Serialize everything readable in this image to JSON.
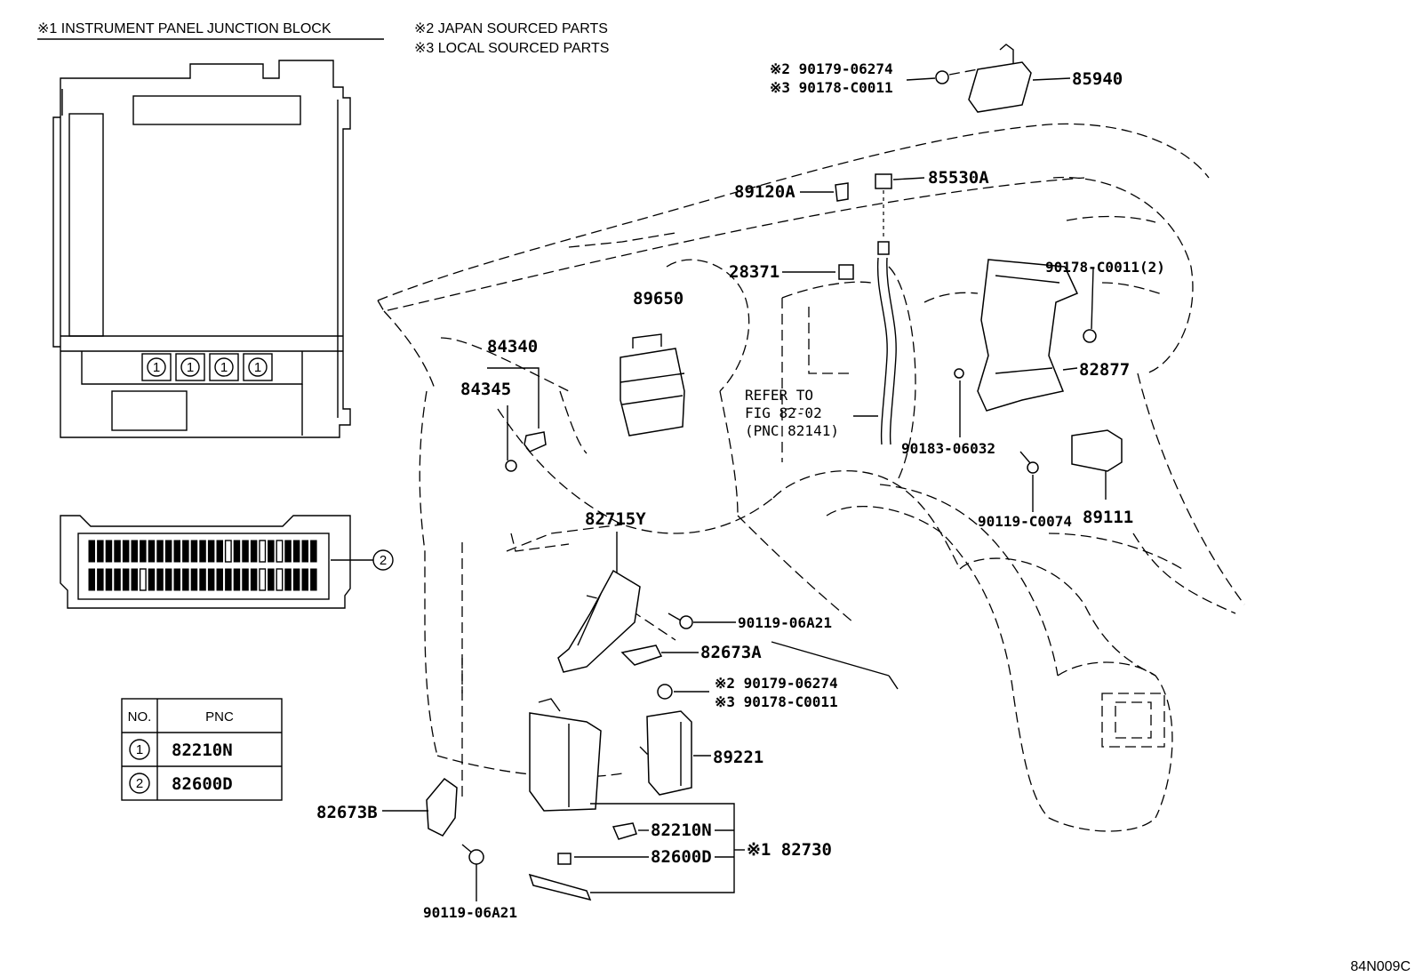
{
  "notes": {
    "n1": "※1 INSTRUMENT PANEL JUNCTION BLOCK",
    "n2": "※2 JAPAN SOURCED PARTS",
    "n3": "※3 LOCAL SOURCED PARTS"
  },
  "table": {
    "headers": {
      "no": "NO.",
      "pnc": "PNC"
    },
    "rows": [
      {
        "no": "1",
        "pnc": "82210N"
      },
      {
        "no": "2",
        "pnc": "82600D"
      }
    ]
  },
  "callouts": {
    "c1": "1",
    "c2": "2"
  },
  "parts": {
    "p85940": "85940",
    "p90179_top": "※2 90179-06274",
    "p90178_top": "※3 90178-C0011",
    "p89120A": "89120A",
    "p85530A": "85530A",
    "p28371": "28371",
    "p89650": "89650",
    "p84340": "84340",
    "p84345": "84345",
    "p90178_2": "90178-C0011(2)",
    "p82877": "82877",
    "p90183": "90183-06032",
    "p89111": "89111",
    "p90119_c": "90119-C0074",
    "p82715Y": "82715Y",
    "p90119_a": "90119-06A21",
    "p82673A": "82673A",
    "p90179_mid": "※2 90179-06274",
    "p90178_mid": "※3 90178-C0011",
    "p89221": "89221",
    "p82673B": "82673B",
    "p82210N": "82210N",
    "p82600D": "82600D",
    "p82730": "※1 82730",
    "p90119_b": "90119-06A21"
  },
  "refer": {
    "l1": "REFER TO",
    "l2": "FIG 82-02",
    "l3": "(PNC 82141)"
  },
  "figure_id": "84N009C"
}
